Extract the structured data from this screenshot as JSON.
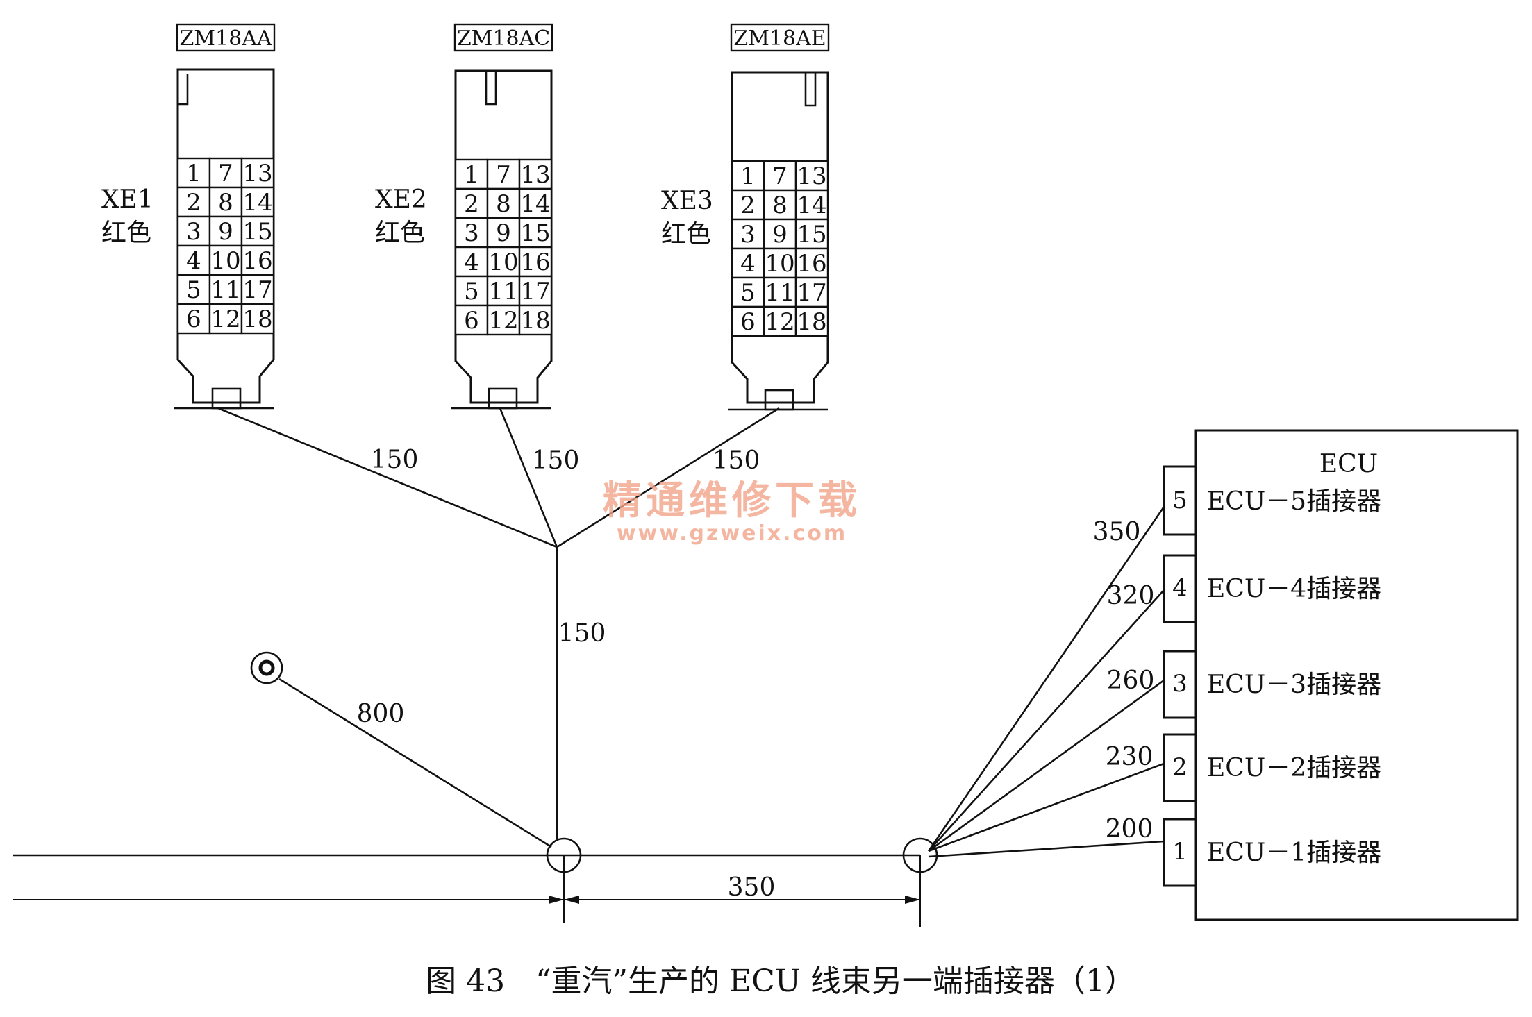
{
  "connectors": [
    {
      "code": "ZM18AA",
      "name": "XE1",
      "color": "红色",
      "pins": [
        "1",
        "7",
        "13",
        "2",
        "8",
        "14",
        "3",
        "9",
        "15",
        "4",
        "10",
        "16",
        "5",
        "11",
        "17",
        "6",
        "12",
        "18"
      ],
      "wire_length": "150"
    },
    {
      "code": "ZM18AC",
      "name": "XE2",
      "color": "红色",
      "pins": [
        "1",
        "7",
        "13",
        "2",
        "8",
        "14",
        "3",
        "9",
        "15",
        "4",
        "10",
        "16",
        "5",
        "11",
        "17",
        "6",
        "12",
        "18"
      ],
      "wire_length": "150"
    },
    {
      "code": "ZM18AE",
      "name": "XE3",
      "color": "红色",
      "pins": [
        "1",
        "7",
        "13",
        "2",
        "8",
        "14",
        "3",
        "9",
        "15",
        "4",
        "10",
        "16",
        "5",
        "11",
        "17",
        "6",
        "12",
        "18"
      ],
      "wire_length": "150"
    }
  ],
  "junction_trunk_length": "150",
  "ground_wire_length": "800",
  "span_length": "350",
  "ecu": {
    "title": "ECU",
    "ports": [
      {
        "num": "5",
        "label": "ECU－5插接器",
        "length": "350"
      },
      {
        "num": "4",
        "label": "ECU－4插接器",
        "length": "320"
      },
      {
        "num": "3",
        "label": "ECU－3插接器",
        "length": "260"
      },
      {
        "num": "2",
        "label": "ECU－2插接器",
        "length": "230"
      },
      {
        "num": "1",
        "label": "ECU－1插接器",
        "length": "200"
      }
    ]
  },
  "watermark": {
    "cn": "精通维修下载",
    "url": "www.gzweix.com"
  },
  "caption": "图 43　“重汽”生产的 ECU 线束另一端插接器（1）"
}
